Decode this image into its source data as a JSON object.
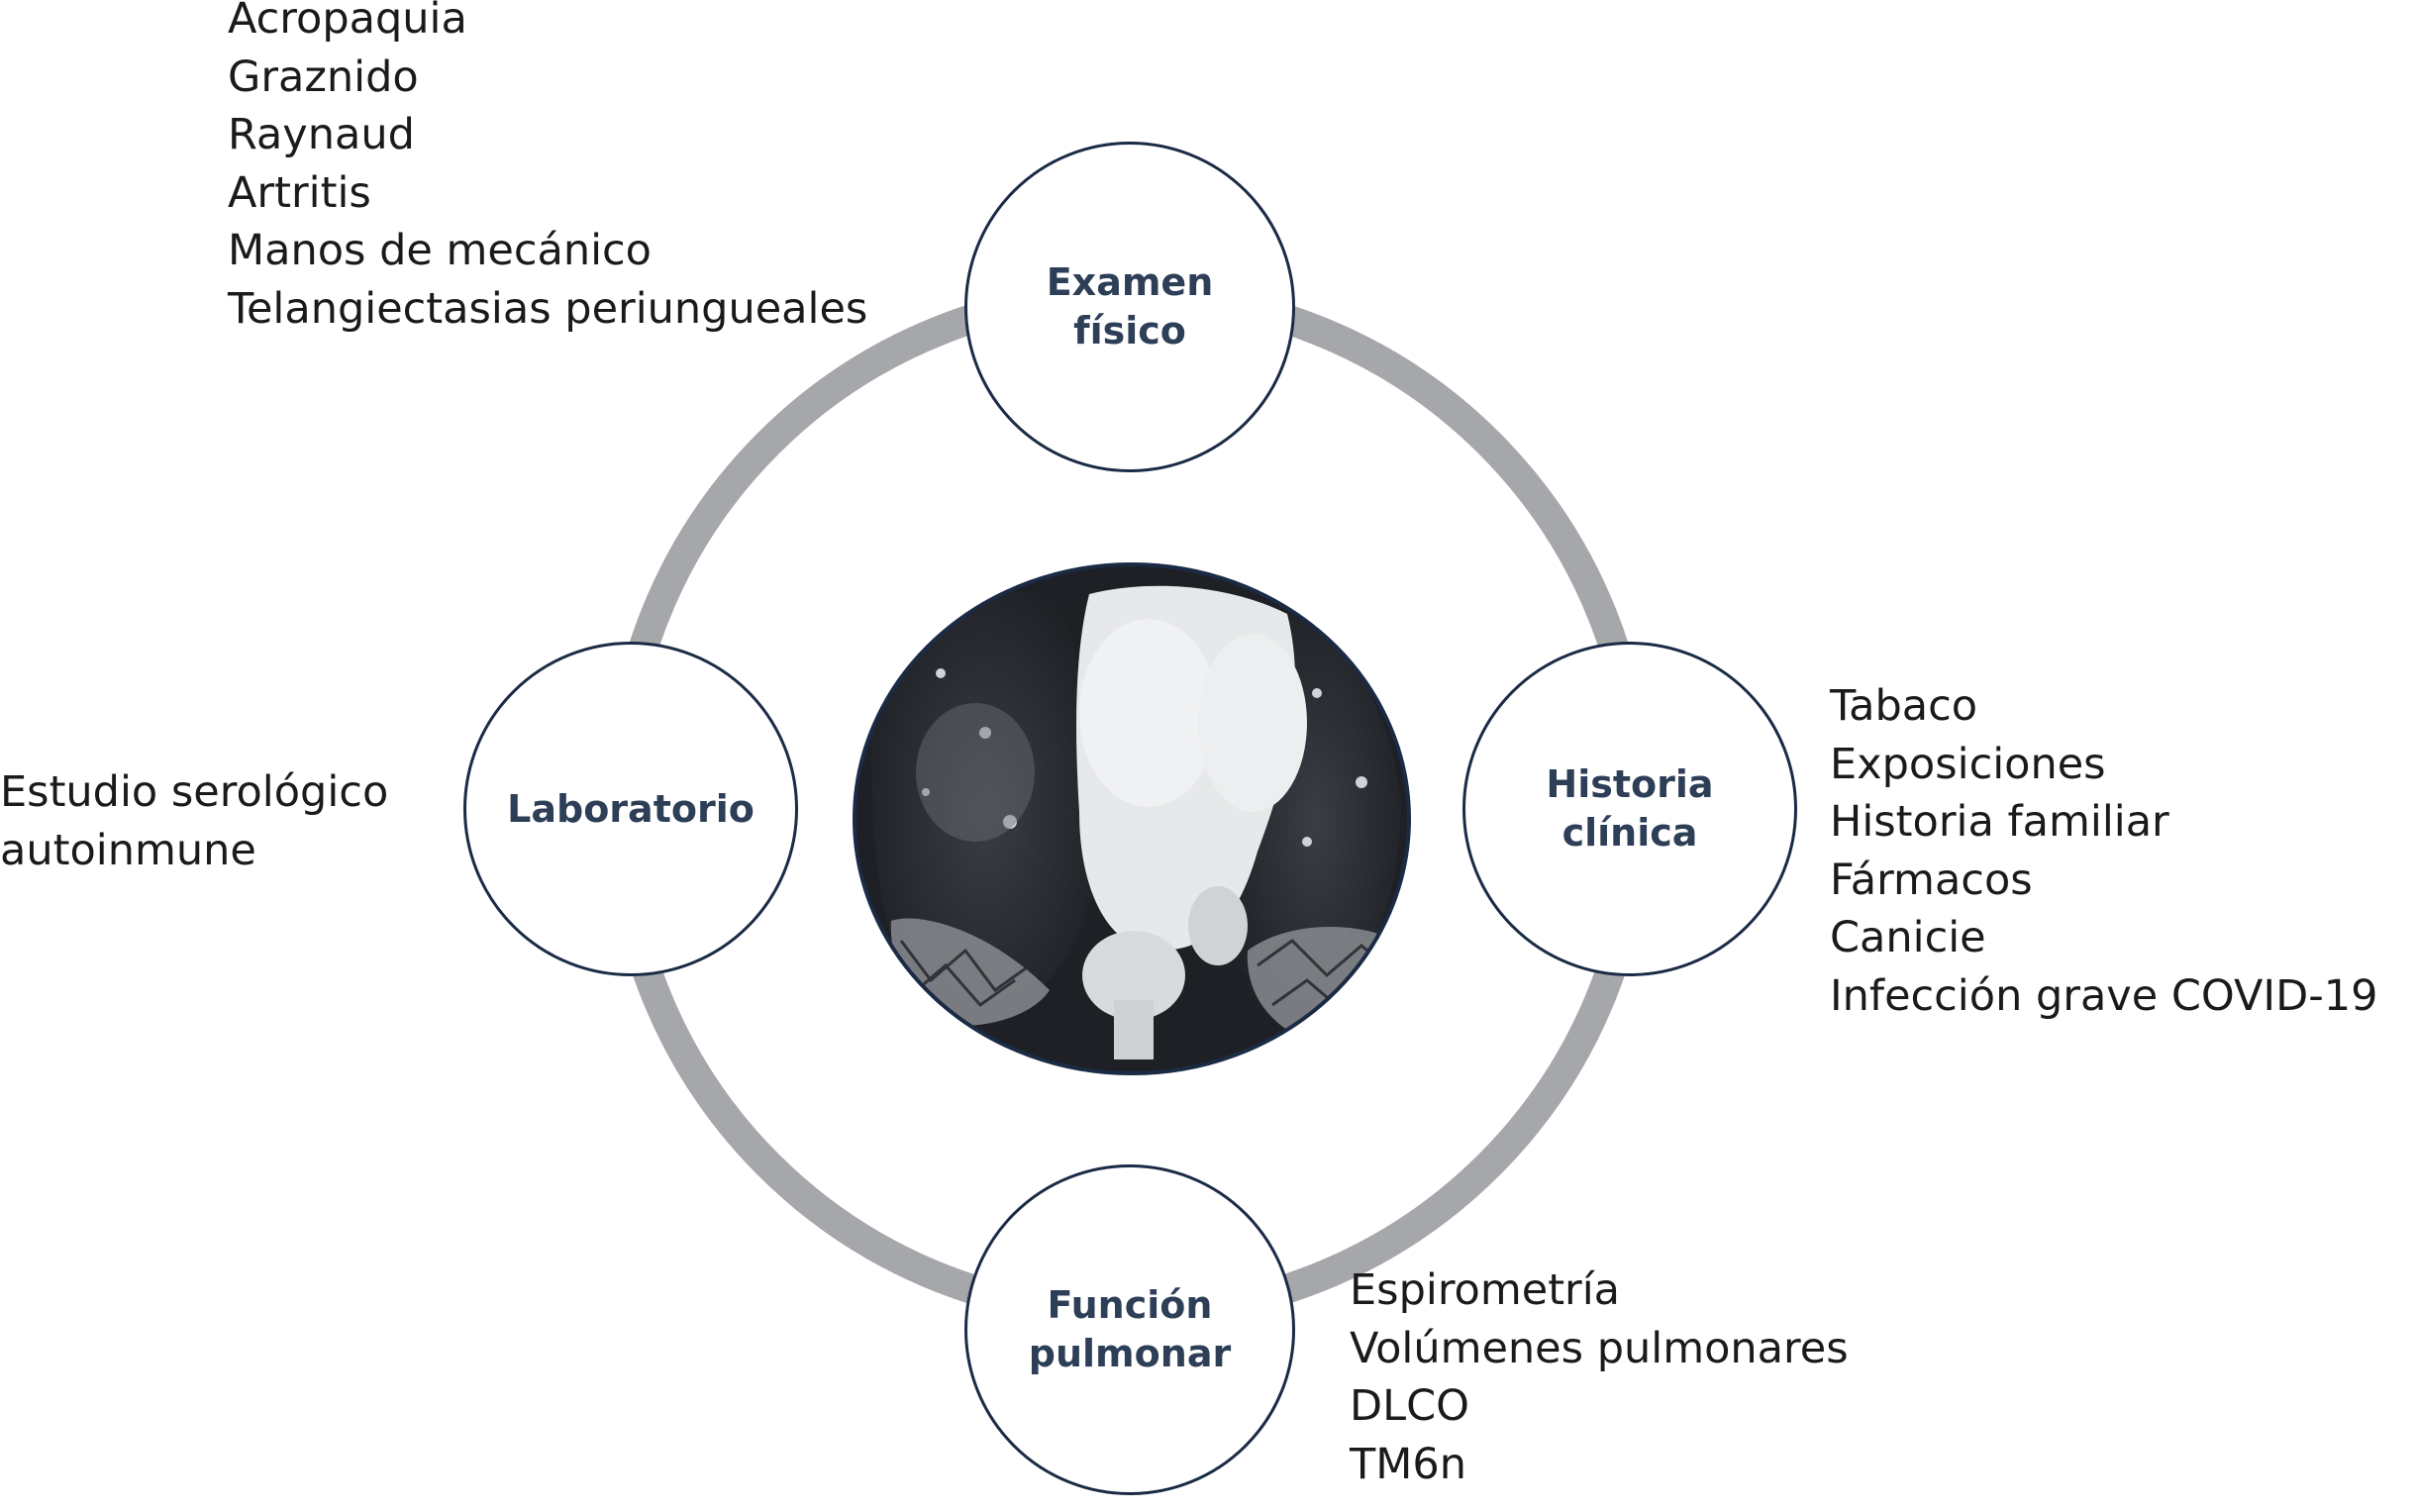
{
  "center_image": "chest-ct-scan",
  "colors": {
    "ring": "#a6a7ab",
    "node_border": "#1b2b45",
    "node_text": "#2d3e57"
  },
  "nodes": {
    "top": {
      "label": "Examen\nfísico"
    },
    "right": {
      "label": "Historia\nclínica"
    },
    "bottom": {
      "label": "Función\npulmonar"
    },
    "left": {
      "label": "Laboratorio"
    }
  },
  "lists": {
    "examen_fisico": [
      "Acropaquia",
      "Graznido",
      "Raynaud",
      "Artritis",
      "Manos de mecánico",
      "Telangiectasias periungueales"
    ],
    "historia_clinica": [
      "Tabaco",
      "Exposiciones",
      "Historia familiar",
      "Fármacos",
      "Canicie",
      "Infección grave COVID-19"
    ],
    "funcion_pulmonar": [
      "Espirometría",
      "Volúmenes pulmonares",
      "DLCO",
      "TM6n"
    ],
    "laboratorio": [
      "Estudio serológico",
      "autoinmune"
    ]
  }
}
